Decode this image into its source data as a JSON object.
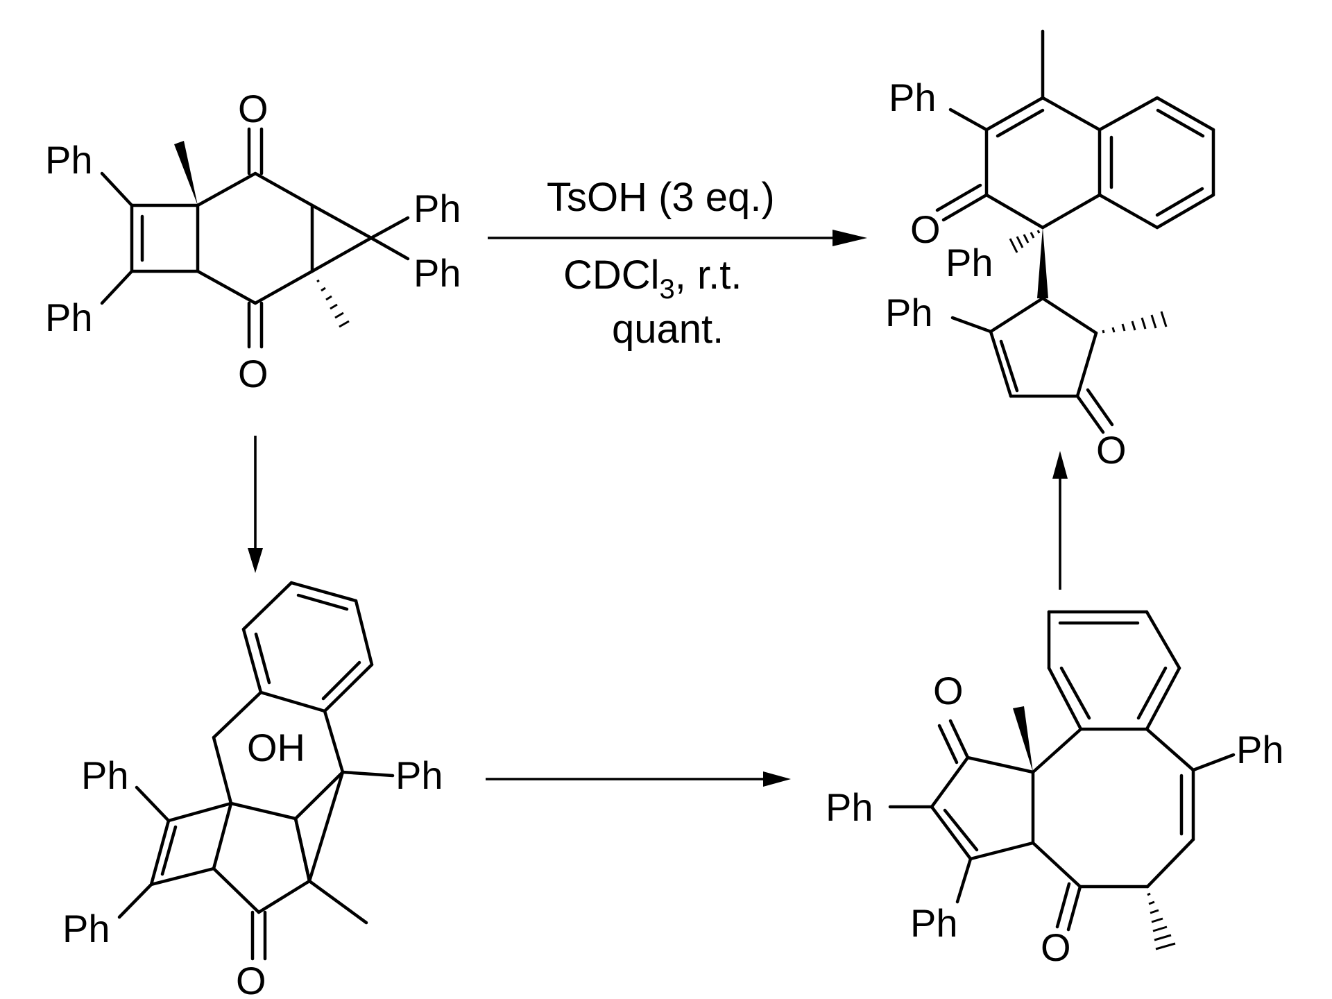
{
  "labels": {
    "phenyl": "Ph",
    "oxygen": "O",
    "hydroxyl": "OH"
  },
  "reaction_conditions": {
    "reagent": "TsOH (3 eq.)",
    "solvent_base": "CDCl",
    "solvent_subscript": "3",
    "temperature": ",  r.t.",
    "yield": "quant."
  }
}
